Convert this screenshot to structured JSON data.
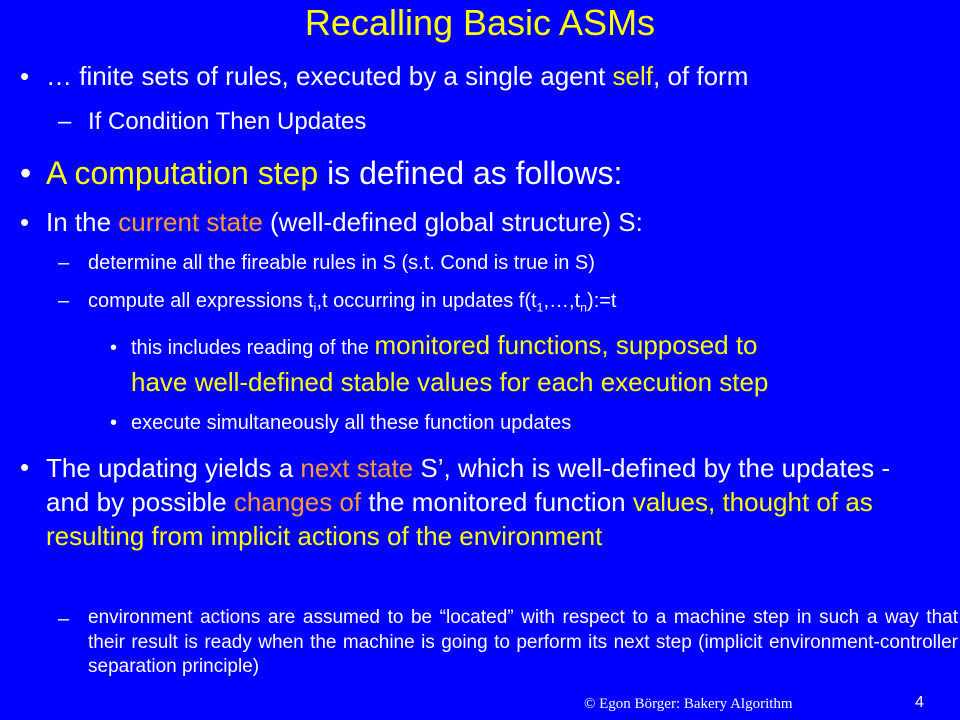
{
  "title": "Recalling Basic ASMs",
  "b1": {
    "pre": "… finite sets of rules, executed by a single agent ",
    "hl": "self",
    "post": ", of form"
  },
  "b1_sub": "If Condition Then Updates",
  "b2": {
    "hl": "A computation step",
    "post": " is defined as follows:"
  },
  "b3": {
    "pre": "In the ",
    "hl": "current state",
    "post": " (well-defined global structure) S:"
  },
  "b3_sub1": "determine all the fireable rules in S (s.t. Cond is true in S)",
  "b3_sub2": {
    "a": "compute all expressions t",
    "s1": "i",
    "b": ",t occurring in updates f(t",
    "s2": "1",
    "c": ",…,t",
    "s3": "n",
    "d": "):=t"
  },
  "b3_sub2_a": {
    "pre": "this includes reading of the ",
    "hl1": "monitored functions",
    "hl2": ", supposed to",
    "line2": "have well-defined stable values for each execution step"
  },
  "b3_sub2_b": "execute simultaneously all these function updates",
  "b4": {
    "pre": "The updating yields a ",
    "hl1": "next state",
    "mid1": " S’, which is well-defined by the updates - and by possible ",
    "hl2": "changes of",
    "mid2": " the monitored function ",
    "hl3": "values, thought of as resulting from implicit actions of the environment"
  },
  "b4_sub": "environment actions are assumed to be “located” with respect to a machine step in such a way that their result is ready when the machine is going to perform its next step (implicit environment-controller separation principle)",
  "footer": "© Egon Börger: Bakery Algorithm",
  "page_number": "4",
  "bullet_char": "•",
  "dash_char": "–",
  "colors": {
    "background": "#0000ff",
    "highlight": "#ffff00",
    "accent": "#ff9933",
    "text": "#ffffff"
  }
}
